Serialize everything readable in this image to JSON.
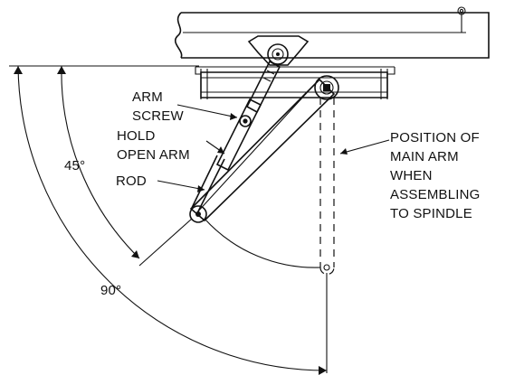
{
  "labels": {
    "arm_screw": [
      "ARM",
      "SCREW"
    ],
    "hold_open_arm": [
      "HOLD",
      "OPEN ARM"
    ],
    "rod": "ROD",
    "position_note": [
      "POSITION OF",
      "MAIN ARM",
      "WHEN",
      "ASSEMBLING",
      "TO SPINDLE"
    ],
    "angle_45": "45°",
    "angle_90": "90°"
  },
  "colors": {
    "ink": "#111111",
    "paper": "#ffffff"
  }
}
